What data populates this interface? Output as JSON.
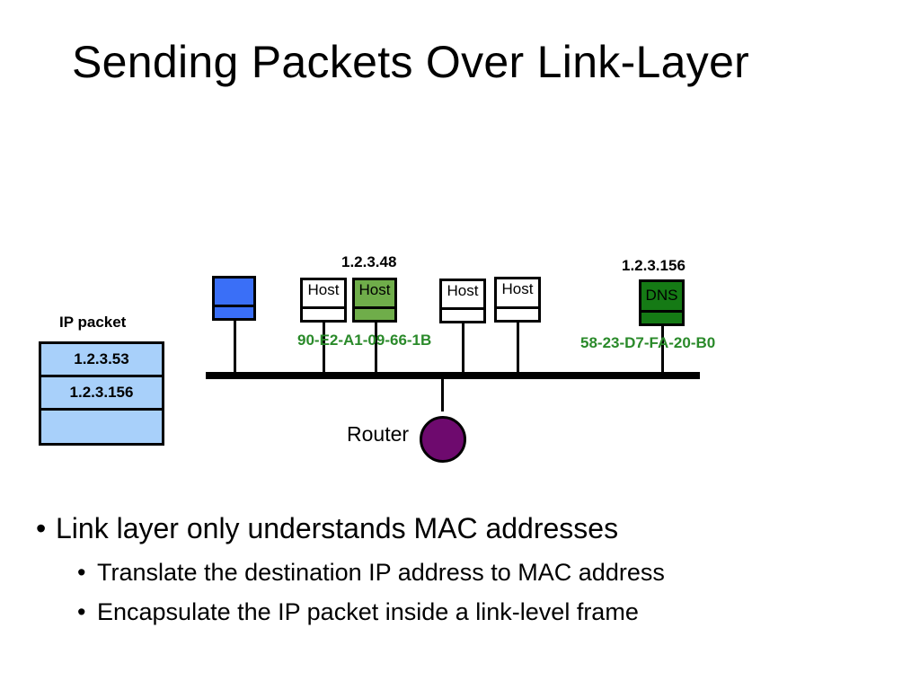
{
  "slide": {
    "title": "Sending Packets Over Link-Layer"
  },
  "packet": {
    "label": "IP packet",
    "rows": [
      "1.2.3.53",
      "1.2.3.156",
      ""
    ]
  },
  "nodes": {
    "host1": {
      "label": "Host"
    },
    "host2": {
      "label": "Host",
      "ip": "1.2.3.48",
      "mac": "90-E2-A1-09-66-1B"
    },
    "host3": {
      "label": "Host"
    },
    "host4": {
      "label": "Host"
    },
    "dns": {
      "label": "DNS",
      "ip": "1.2.3.156",
      "mac": "58-23-D7-FA-20-B0"
    }
  },
  "router": {
    "label": "Router"
  },
  "bullets": {
    "main": "Link layer only understands MAC addresses",
    "sub": [
      "Translate the destination IP address to MAC address",
      "Encapsulate the IP packet inside a link-level frame"
    ],
    "marker": "•"
  },
  "colors": {
    "packet_fill": "#a8d0fa",
    "blue_node": "#3a6ff7",
    "host_green": "#6fad4a",
    "dns_green": "#157a15",
    "mac_text": "#2a8a2a",
    "router": "#6e0a6e"
  }
}
